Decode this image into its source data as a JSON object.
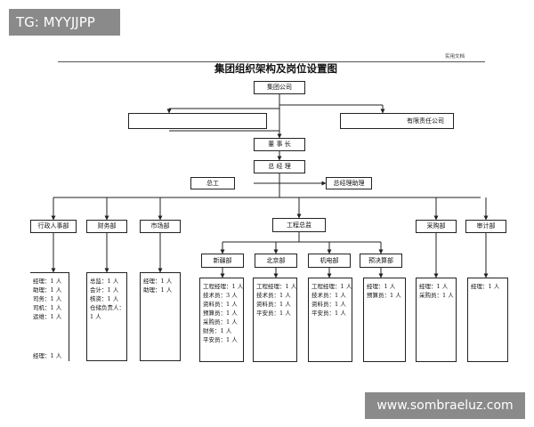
{
  "watermark_left": "TG: MYYJJPP",
  "watermark_right": "www.sombraeluz.com",
  "doc_label": "实用文档",
  "title": "集团组织架构及岗位设置图",
  "top": {
    "group": "集团公司",
    "left_blank": "",
    "llc": "有限责任公司",
    "chairman": "董 事 长",
    "gm": "总 经 理",
    "chief_engineer": "总工",
    "gm_assistant": "总经理助理"
  },
  "departments": {
    "hr": "行政人事部",
    "finance": "财务部",
    "market": "市场部",
    "engineering": "工程总监",
    "purchase": "采购部",
    "audit": "审计部"
  },
  "eng_subs": {
    "xinjiang": "新疆部",
    "beijing": "北京部",
    "mech": "机电部",
    "budget": "预决算部"
  },
  "details": {
    "hr": [
      "经理：1 人",
      "助理：1 人",
      "司务：1 人",
      "司机：1 人",
      "运维：1 人"
    ],
    "hr_footer": "经理：1 人",
    "finance": [
      "总监：1 人",
      "会计：1 人",
      "核资：1 人",
      "仓储负责人：",
      "1 人"
    ],
    "market": [
      "经理：1 人",
      "助理：1 人"
    ],
    "xinjiang": [
      "工程经理：1 人",
      "技术员：3 人",
      "资料员：1 人",
      "预算员：1 人",
      "采购员：1 人",
      "财务：1 人",
      "平安员：1 人"
    ],
    "beijing": [
      "工程经理：1 人",
      "技术员：1 人",
      "资料员：1 人",
      "平安员：1 人"
    ],
    "mech": [
      "工程经理：1 人",
      "技术员：1 人",
      "资料员：1 人",
      "平安员：1 人"
    ],
    "budget": [
      "经理：1 人",
      "预算员：1 人"
    ],
    "purchase": [
      "经理：1 人",
      "采购员：1 人"
    ],
    "audit": [
      "经理：1 人"
    ]
  }
}
